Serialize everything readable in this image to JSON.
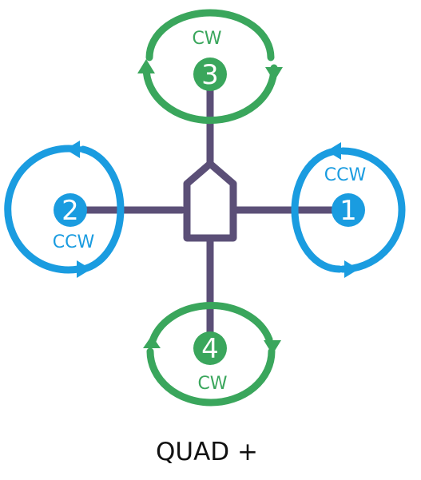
{
  "colors": {
    "cw": "#3aa65c",
    "ccw": "#1a9ce0",
    "frame": "#5b4f77"
  },
  "caption": "QUAD +",
  "motors": [
    {
      "number": "1",
      "rotation": "CCW"
    },
    {
      "number": "2",
      "rotation": "CCW"
    },
    {
      "number": "3",
      "rotation": "CW"
    },
    {
      "number": "4",
      "rotation": "CW"
    }
  ]
}
